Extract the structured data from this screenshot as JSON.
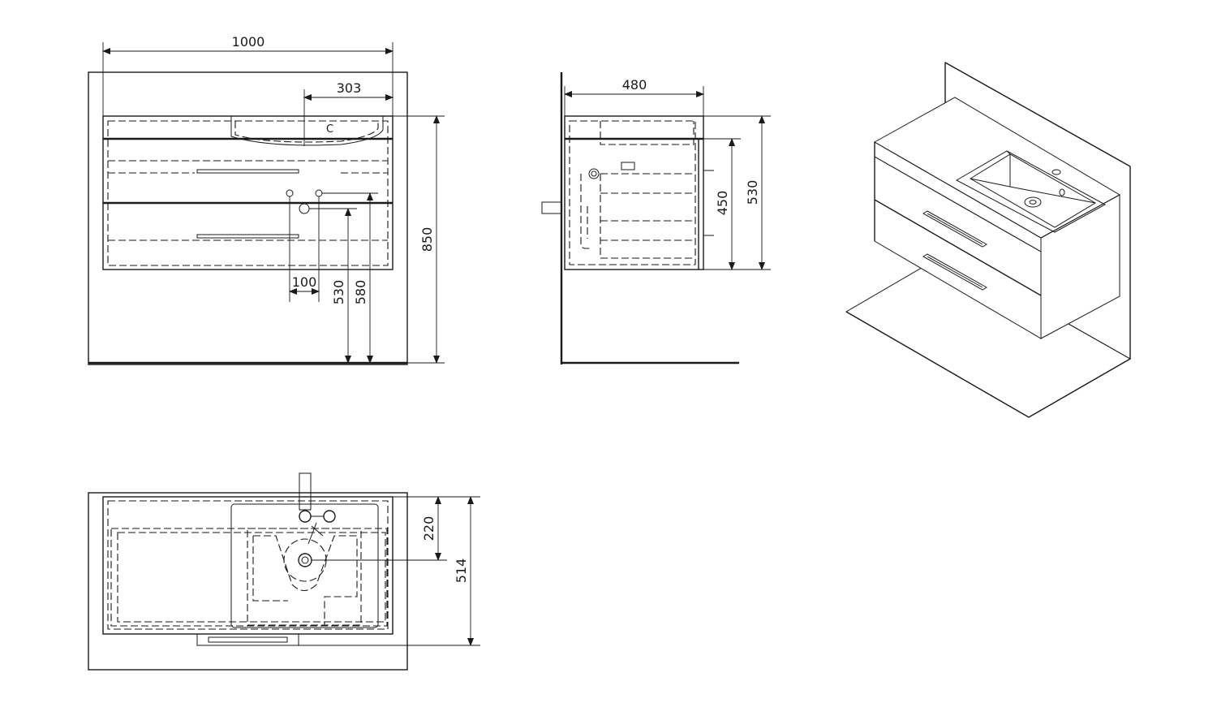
{
  "front_view": {
    "width": "1000",
    "tap_offset": "303",
    "height": "850",
    "drain_height": "530",
    "tap_height": "580",
    "valve_spacing": "100"
  },
  "side_view": {
    "depth": "480",
    "cabinet_height": "530",
    "drawer_height": "450"
  },
  "top_view": {
    "tap_depth": "220",
    "total_depth": "514"
  },
  "colors": {
    "line": "#1a1a1a",
    "background": "#ffffff"
  }
}
